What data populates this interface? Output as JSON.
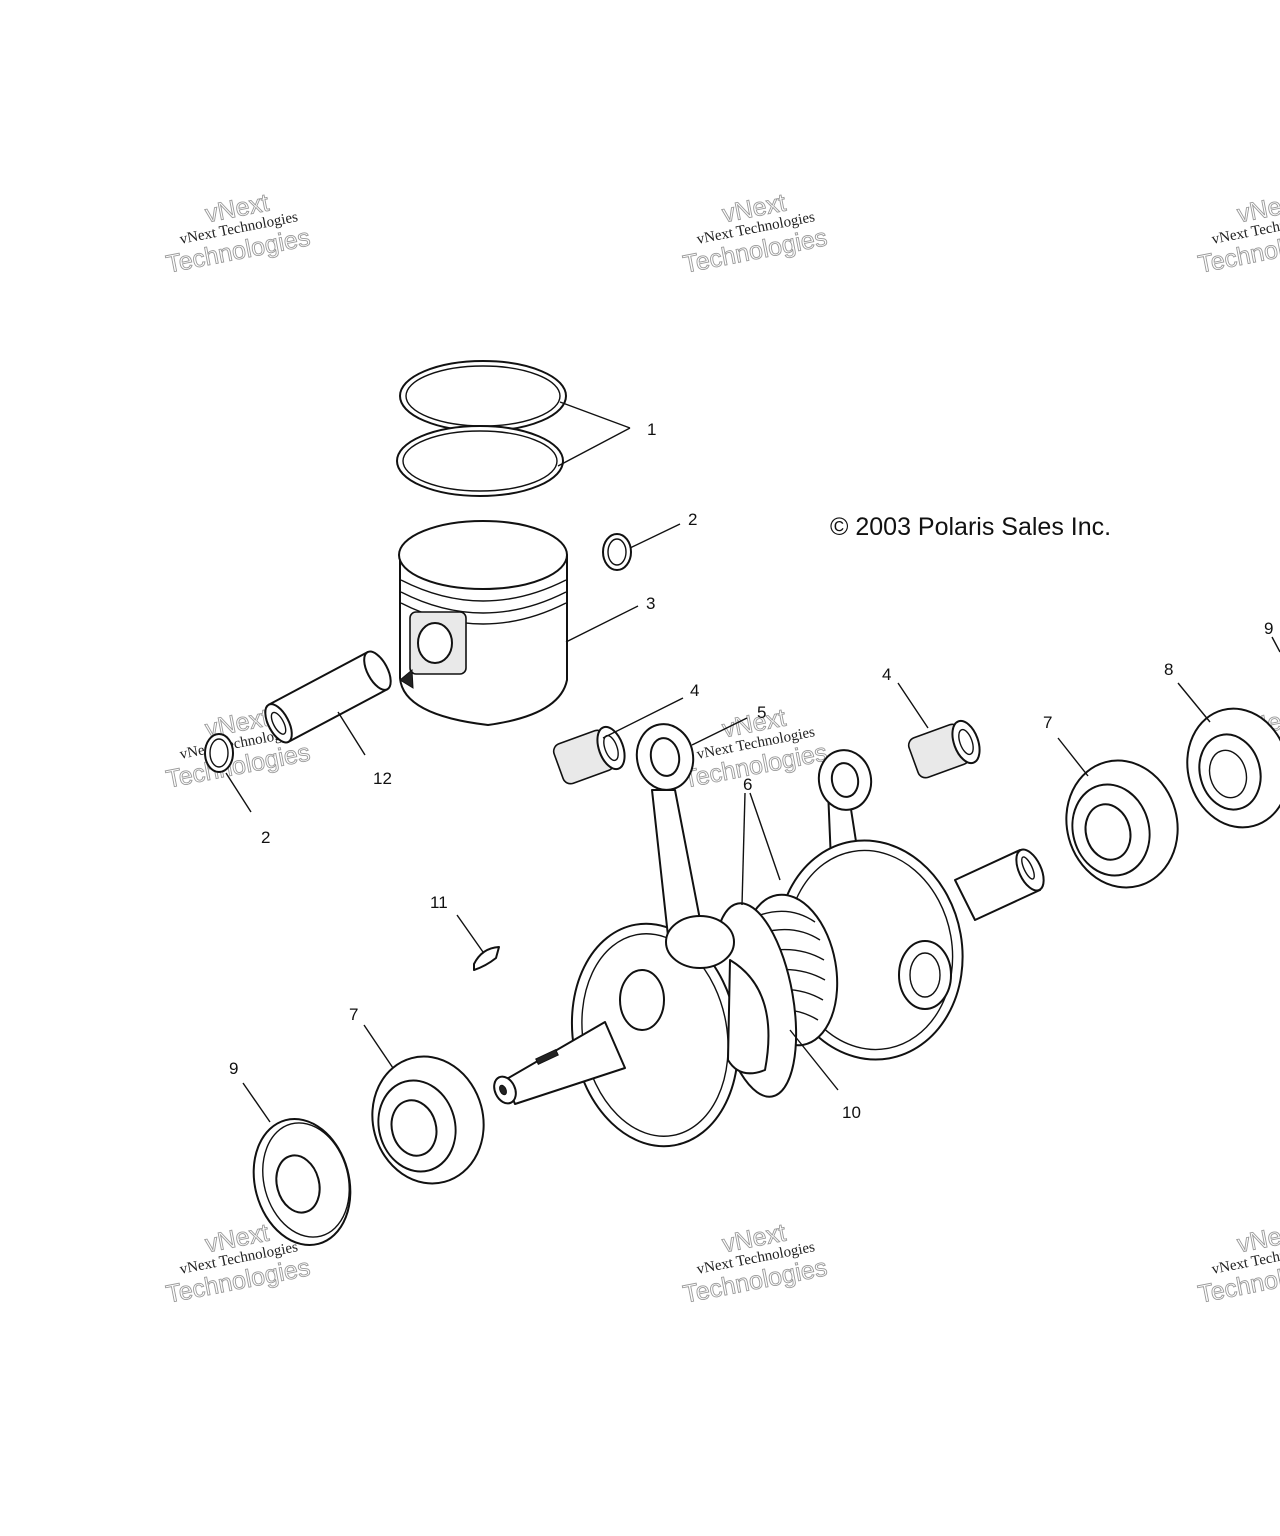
{
  "copyright": "© 2003 Polaris Sales Inc.",
  "watermark": {
    "line_top": "vNext",
    "line_mid": "vNext Technologies",
    "line_bottom": "Technologies"
  },
  "callouts": {
    "c1": "1",
    "c2a": "2",
    "c2b": "2",
    "c3": "3",
    "c4a": "4",
    "c4b": "4",
    "c5": "5",
    "c6": "6",
    "c7a": "7",
    "c7b": "7",
    "c8": "8",
    "c9a": "9",
    "c9b": "9",
    "c10": "10",
    "c11": "11",
    "c12": "12"
  }
}
